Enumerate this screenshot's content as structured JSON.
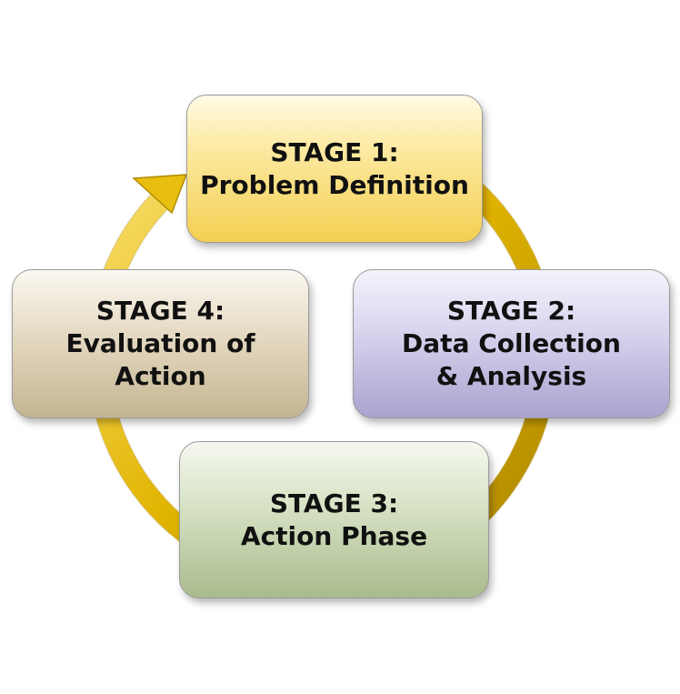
{
  "stages": [
    {
      "title": "STAGE 1:",
      "lines": [
        "Problem Definition"
      ]
    },
    {
      "title": "STAGE 2:",
      "lines": [
        "Data Collection",
        "& Analysis"
      ]
    },
    {
      "title": "STAGE 3:",
      "lines": [
        "Action Phase"
      ]
    },
    {
      "title": "STAGE 4:",
      "lines": [
        "Evaluation of",
        "Action"
      ]
    }
  ],
  "colors": {
    "cycle_arrow": "#d8ac00",
    "stage_1": "#f3cf52",
    "stage_2": "#a9a3cf",
    "stage_3": "#a9bb8d",
    "stage_4": "#c4b591"
  }
}
